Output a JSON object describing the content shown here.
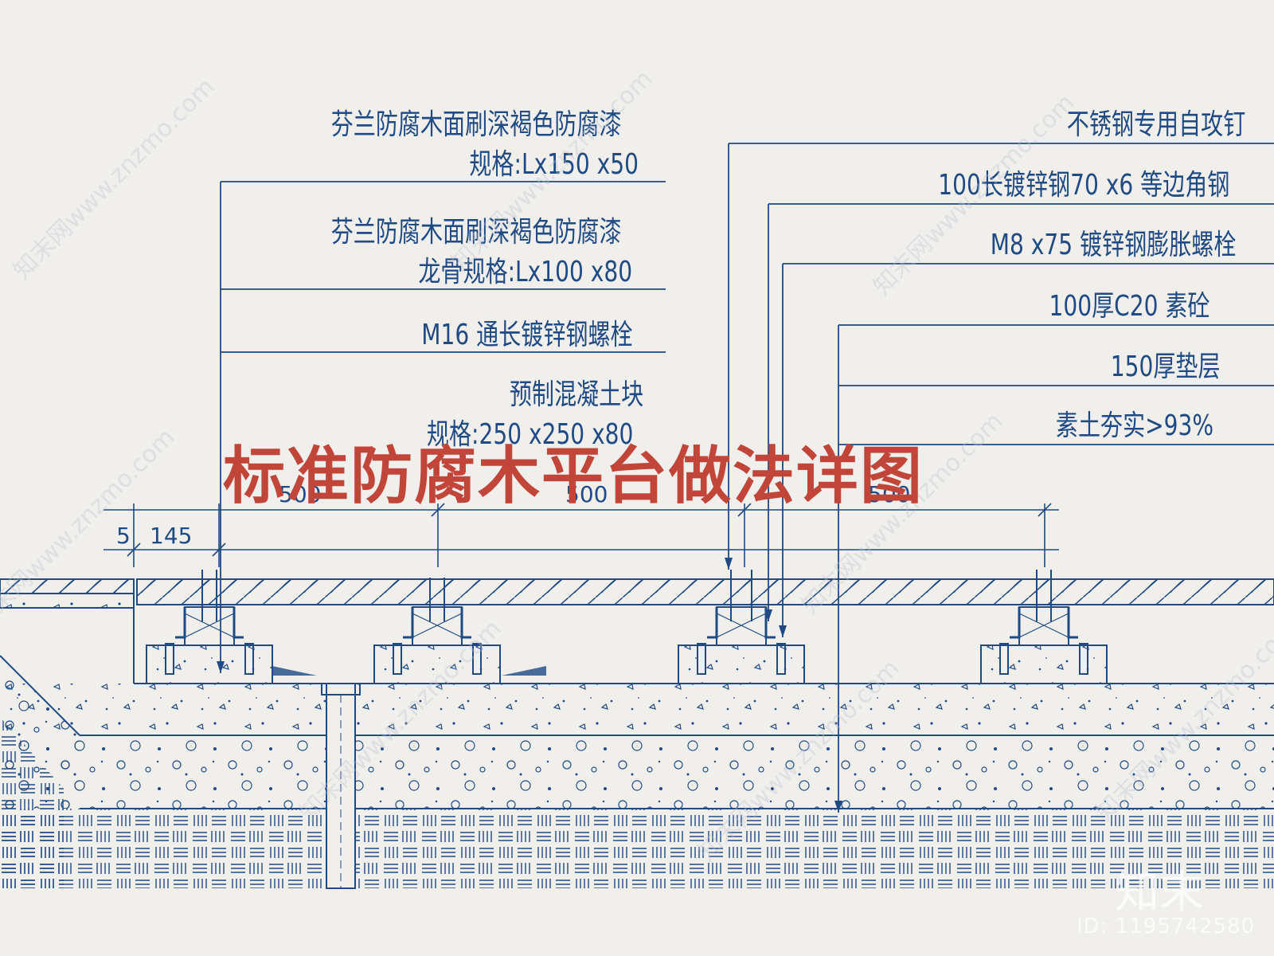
{
  "title": "标准防腐木平台做法详图",
  "labels_left": [
    [
      "芬兰防腐木面刷深褐色防腐漆",
      "规格:Lx150 x50"
    ],
    [
      "芬兰防腐木面刷深褐色防腐漆",
      "龙骨规格:Lx100 x80"
    ],
    [
      "M16 通长镀锌钢螺栓"
    ],
    [
      "预制混凝土块",
      "规格:250 x250 x80"
    ]
  ],
  "labels_right": [
    "不锈钢专用自攻钉",
    "100长镀锌钢70 x6 等边角钢",
    "M8 x75 镀锌钢膨胀螺栓",
    "100厚C20 素砼",
    "150厚垫层",
    "素土夯实>93%"
  ],
  "dimensions": [
    "5",
    "145"
  ],
  "partial_dim_texts": [
    "500",
    "500",
    "500"
  ],
  "watermark": "知末网www.znzmo.com",
  "brand_logo": "知末",
  "image_id": "ID: 1195742580",
  "colors": {
    "line": "#1f4a83",
    "title": "#c2453a",
    "background": "#f1efec"
  }
}
